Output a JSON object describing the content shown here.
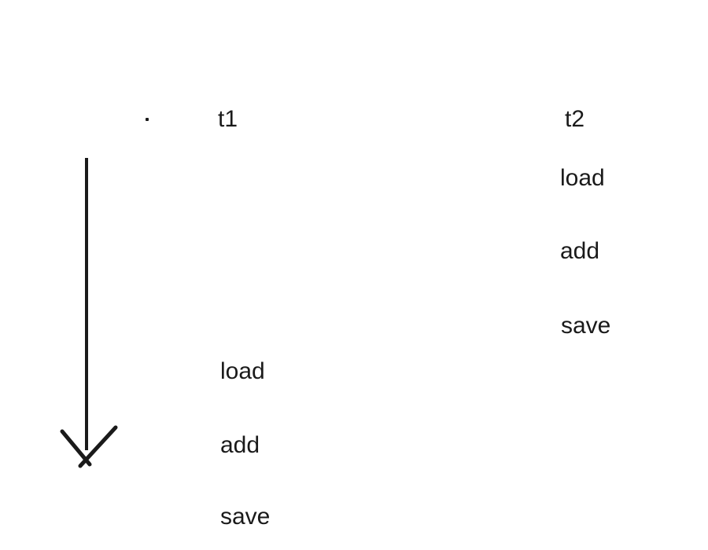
{
  "colors": {
    "ink": "#1a1a1a",
    "background": "#ffffff"
  },
  "icons": {
    "time_arrow": "arrow-down"
  },
  "threads": [
    {
      "label": "t1",
      "operations": [
        "load",
        "add",
        "save"
      ]
    },
    {
      "label": "t2",
      "operations": [
        "load",
        "add",
        "save"
      ]
    }
  ]
}
